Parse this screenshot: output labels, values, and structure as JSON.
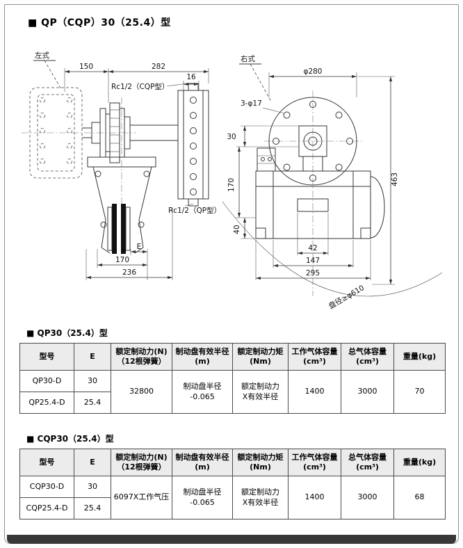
{
  "page": {
    "title": "■ QP（CQP）30（25.4）型"
  },
  "drawing": {
    "left_view_label": "左式",
    "right_view_label": "右式",
    "dims": {
      "d150": "150",
      "d282": "282",
      "d16": "16",
      "rc_cqp": "Rc1/2（CQP型）",
      "rc_qp": "Rc1/2（QP型）",
      "dE": "E",
      "d170_left": "170",
      "d236": "236",
      "d_phi280": "φ280",
      "d_3phi17": "3-φ17",
      "d30": "30",
      "d170_right": "170",
      "d40": "40",
      "d42": "42",
      "d147": "147",
      "d295": "295",
      "d463": "463",
      "disc": "盘径≥φ610"
    }
  },
  "qp_table": {
    "title": "■ QP30（25.4）型",
    "headers": [
      "型号",
      "E",
      "额定制动力(N)\n（12根弹簧）",
      "制动盘有效半径\n(m)",
      "额定制动力矩\n(Nm)",
      "工作气体容量\n(cm³)",
      "总气体容量\n(cm³)",
      "重量(kg)"
    ],
    "rows": [
      {
        "model": "QP30-D",
        "e": "30"
      },
      {
        "model": "QP25.4-D",
        "e": "25.4"
      }
    ],
    "shared": {
      "force": "32800",
      "radius": "制动盘半径\n-0.065",
      "torque": "额定制动力\nX有效半径",
      "working_gas": "1400",
      "total_gas": "3000",
      "weight": "70"
    }
  },
  "cqp_table": {
    "title": "■ CQP30（25.4）型",
    "headers": [
      "型号",
      "E",
      "额定制动力(N)\n（12根弹簧）",
      "制动盘有效半径\n(m)",
      "额定制动力矩\n(Nm)",
      "工作气体容量\n(cm³)",
      "总气体容量\n(cm³)",
      "重量(kg)"
    ],
    "rows": [
      {
        "model": "CQP30-D",
        "e": "30"
      },
      {
        "model": "CQP25.4-D",
        "e": "25.4"
      }
    ],
    "shared": {
      "force": "6097X工作气压",
      "radius": "制动盘半径\n-0.065",
      "torque": "额定制动力\nX有效半径",
      "working_gas": "1400",
      "total_gas": "3000",
      "weight": "68"
    }
  }
}
